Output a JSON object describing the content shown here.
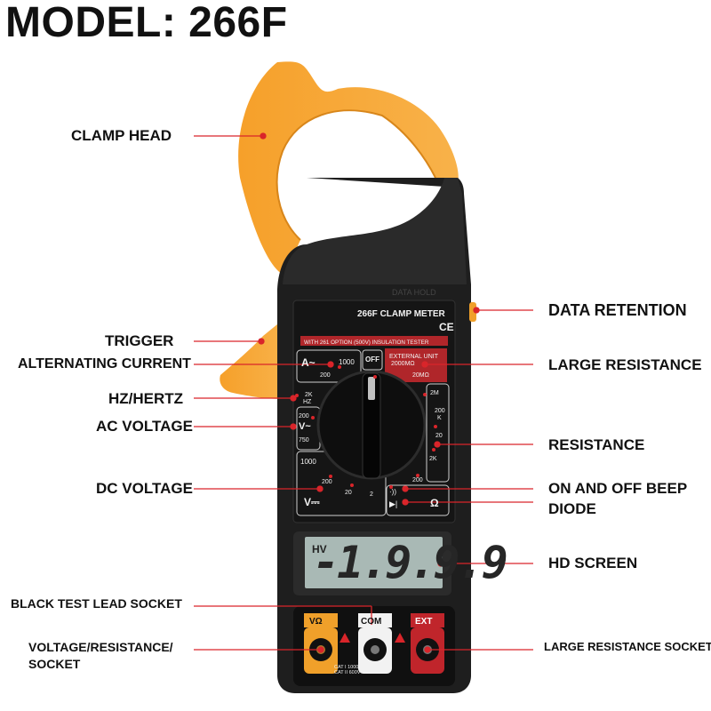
{
  "title": "MODEL: 266F",
  "device": {
    "name": "266F CLAMP METER",
    "ce_mark": "CE",
    "data_hold": "DATA HOLD",
    "insulation_note": "WITH 261 OPTION (500V) INSULATION TESTER",
    "off": "OFF",
    "external_unit": [
      "EXTERNAL UNIT",
      "2000MΩ"
    ],
    "range_20mohm": "20MΩ",
    "ac_current": "A~",
    "ac_current_ranges": [
      "1000",
      "200"
    ],
    "hz": [
      "2K",
      "HZ"
    ],
    "ac_voltage": "V~",
    "ac_voltage_ranges": [
      "200",
      "750"
    ],
    "dc_voltage": "V⎓",
    "dc_voltage_ranges": [
      "1000",
      "200",
      "20",
      "2"
    ],
    "resistance_ranges": [
      "2M",
      "200",
      "K",
      "20",
      "2K",
      "200"
    ],
    "beep_symbol": "·))",
    "diode_symbol": "▶|",
    "ohm_symbol": "Ω",
    "lcd": {
      "indicator": "HV",
      "reading": "-1.9.9.9"
    },
    "sockets": {
      "v_ohm": "VΩ",
      "com": "COM",
      "ext": "EXT",
      "cat": [
        "CAT I 1000V",
        "CAT II 600V"
      ]
    }
  },
  "labels": {
    "clamp_head": "CLAMP HEAD",
    "trigger": "TRIGGER",
    "alternating_current": "ALTERNATING CURRENT",
    "hz": "HZ/HERTZ",
    "ac_voltage": "AC VOLTAGE",
    "dc_voltage": "DC VOLTAGE",
    "black_socket": "BLACK TEST LEAD SOCKET",
    "voltage_socket": [
      "VOLTAGE/RESISTANCE/",
      "SOCKET"
    ],
    "data_retention": "DATA RETENTION",
    "large_resistance": "LARGE RESISTANCE",
    "resistance": "RESISTANCE",
    "beep": "ON AND OFF BEEP",
    "diode": "DIODE",
    "hd_screen": "HD SCREEN",
    "large_socket": "LARGE RESISTANCE SOCKET"
  },
  "colors": {
    "orange": "#f7a12c",
    "body": "#1c1c1c",
    "red": "#c0252b",
    "lcd": "#a9b9b5"
  }
}
